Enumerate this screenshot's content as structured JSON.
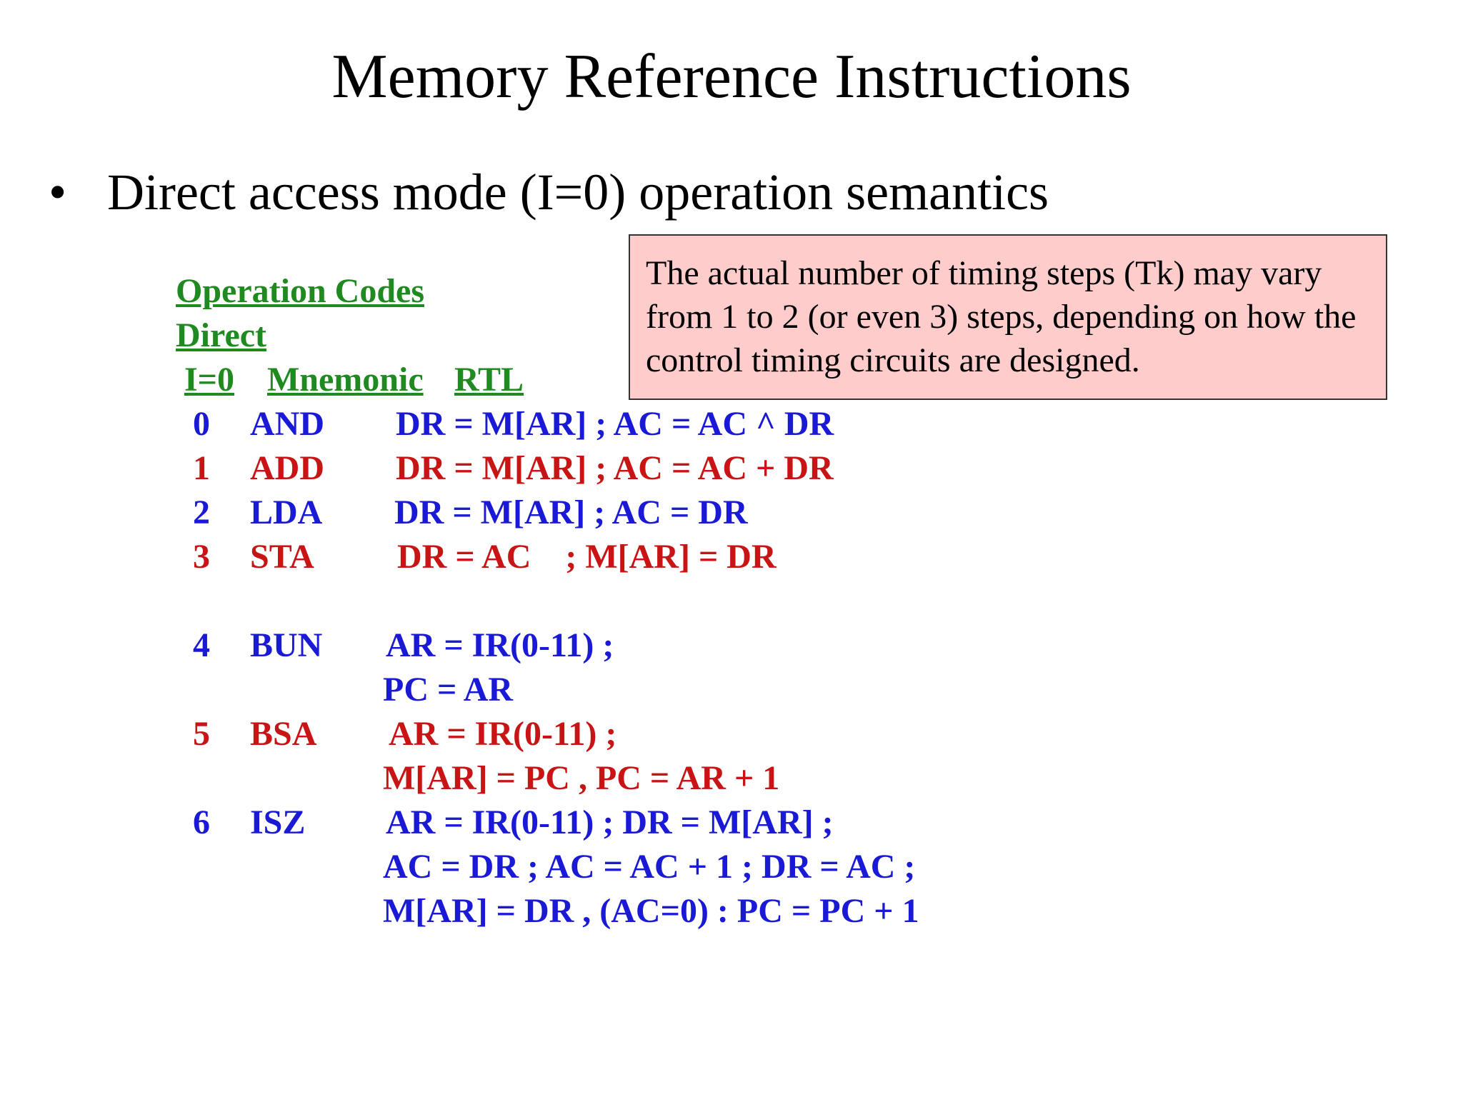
{
  "slide": {
    "title": "Memory Reference Instructions",
    "bullet_text": "Direct access mode (I=0) operation semantics"
  },
  "note": {
    "text": "The actual number of timing steps (Tk) may vary from 1 to 2 (or even 3) steps, depending on how the control timing circuits are designed.",
    "background": "#ffcccc"
  },
  "table": {
    "header_line1": "Operation Codes",
    "header_line2": "Direct",
    "col_code": "I=0",
    "col_mnemonic": "Mnemonic",
    "col_rtl": "RTL",
    "rows": [
      {
        "code": "0",
        "mnemonic": "AND",
        "rtl": [
          "DR = M[AR] ; AC = AC ^ DR"
        ],
        "color": "#1a1ad6"
      },
      {
        "code": "1",
        "mnemonic": "ADD",
        "rtl": [
          "DR = M[AR] ; AC = AC + DR"
        ],
        "color": "#c81414"
      },
      {
        "code": "2",
        "mnemonic": "LDA",
        "rtl": [
          "DR = M[AR] ; AC = DR"
        ],
        "color": "#1a1ad6"
      },
      {
        "code": "3",
        "mnemonic": "STA",
        "rtl": [
          "DR = AC    ; M[AR] = DR"
        ],
        "color": "#c81414"
      },
      {
        "code": "4",
        "mnemonic": "BUN",
        "rtl": [
          "AR = IR(0-11) ;",
          "PC = AR"
        ],
        "color": "#1a1ad6"
      },
      {
        "code": "5",
        "mnemonic": "BSA",
        "rtl": [
          "AR = IR(0-11) ;",
          "M[AR] = PC , PC = AR + 1"
        ],
        "color": "#c81414"
      },
      {
        "code": "6",
        "mnemonic": "ISZ",
        "rtl": [
          "AR = IR(0-11) ; DR = M[AR] ;",
          "AC = DR ; AC = AC + 1 ; DR = AC ;",
          "M[AR] = DR , (AC=0) : PC = PC + 1"
        ],
        "color": "#1a1ad6"
      }
    ]
  }
}
